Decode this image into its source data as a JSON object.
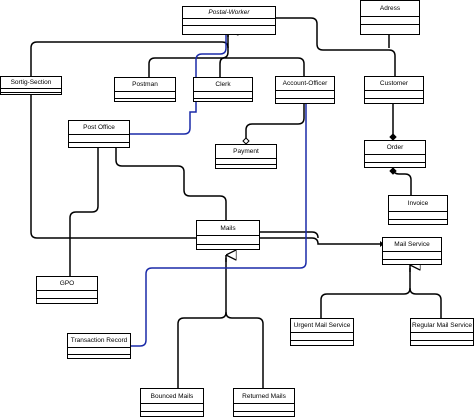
{
  "classes": {
    "postal_worker": "Postal-Worker",
    "adress": "Adress",
    "sortig_section": "Sortig-Section",
    "postman": "Postman",
    "clerk": "Clerk",
    "account_officer": "Account-Officer",
    "customer": "Customer",
    "post_office": "Post Office",
    "payment": "Payment",
    "order": "Order",
    "invoice": "Invoice",
    "mails": "Mails",
    "mail_service": "Mail Service",
    "gpo": "GPO",
    "urgent_mail_service": "Urgent Mail Service",
    "regular_mail_service": "Regular Mail Service",
    "transaction_record": "Transaction Record",
    "bounced_mails": "Bounced Mails",
    "returned_mails": "Returned Mails"
  },
  "colors": {
    "line": "#000000",
    "highlight_line": "#1a2aa8",
    "box_border": "#000000",
    "background": "#ffffff"
  }
}
